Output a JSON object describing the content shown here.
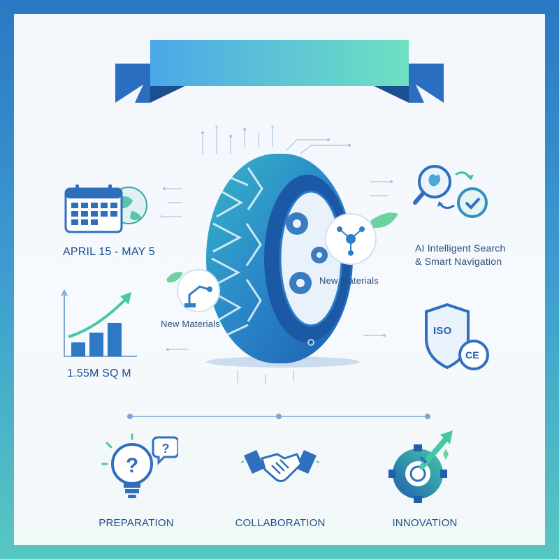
{
  "banner": {
    "title": ""
  },
  "stats": {
    "dates": "APRIL 15 - MAY 5",
    "area": "1.55M SQ M"
  },
  "center": {
    "new_materials_left": "New Materials",
    "new_materials_right": "New Materials"
  },
  "right": {
    "ai_line1": "AI Intelligent Search",
    "ai_line2": "& Smart Navigation",
    "iso_badge": "ISO",
    "ce_mark": "CE"
  },
  "bottom": {
    "items": [
      {
        "label": "PREPARATION",
        "icon": "lightbulb-question-icon"
      },
      {
        "label": "COLLABORATION",
        "icon": "handshake-icon"
      },
      {
        "label": "INNOVATION",
        "icon": "gear-rocket-icon"
      }
    ]
  },
  "colors": {
    "primary": "#1f66b0",
    "accent": "#3fc7b8",
    "frame_top": "#2a78c4",
    "frame_bottom": "#57c7c2"
  }
}
